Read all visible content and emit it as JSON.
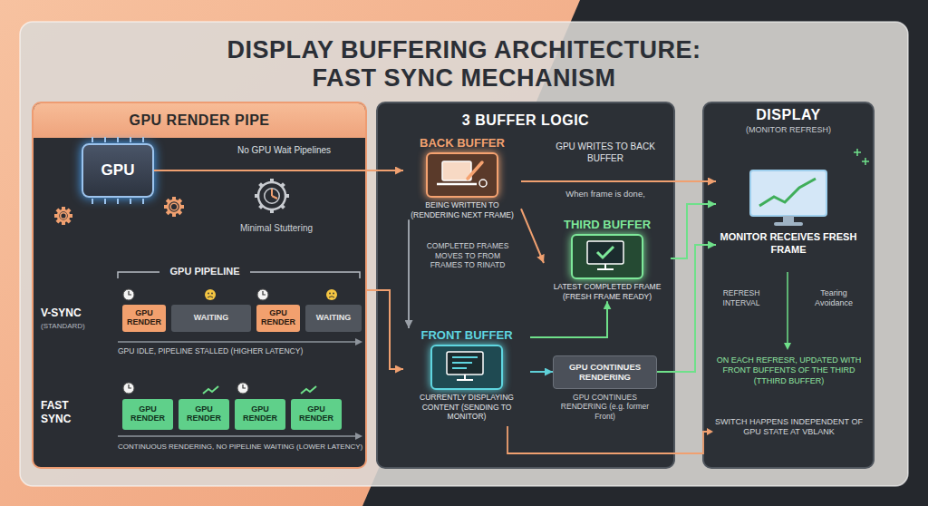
{
  "diagram": {
    "title": "DISPLAY BUFFERING ARCHITECTURE: FAST SYNC MECHANISM",
    "nodes": [
      {
        "text": [
          "GPU RENDER PIPE"
        ]
      },
      {
        "text": [
          "GPU"
        ],
        "in": 0
      },
      {
        "text": [
          "GPU RENDER"
        ],
        "in": 0
      },
      {
        "text": [
          "WAITING"
        ],
        "in": 0
      },
      {
        "text": [
          "GPU RENDER"
        ],
        "in": 0
      },
      {
        "text": [
          "WAITING"
        ],
        "in": 0
      },
      {
        "text": [
          "GPU RENDER"
        ],
        "in": 0
      },
      {
        "text": [
          "GPU RENDER"
        ],
        "in": 0
      },
      {
        "text": [
          "GPU RENDER"
        ],
        "in": 0
      },
      {
        "text": [
          "GPU RENDER"
        ],
        "in": 0
      },
      {
        "text": [
          "3 BUFFER LOGIC"
        ]
      },
      {
        "text": [
          "BACK BUFFER",
          "BEING WRITTEN TO (RENDERING NEXT FRAME)"
        ],
        "in": 10
      },
      {
        "text": [
          "THIRD BUFFER",
          "LATEST COMPLETED FRAME (FRESH FRAME READY)"
        ],
        "in": 10
      },
      {
        "text": [
          "FRONT BUFFER",
          "CURRENTLY DISPLAYING CONTENT (SENDING TO MONITOR)"
        ],
        "in": 10
      },
      {
        "text": [
          "GPU CONTINUES RENDERING",
          "GPU CONTINUES RENDERING (e.g. former Front)"
        ],
        "in": 10
      },
      {
        "text": [
          "DISPLAY",
          "(MONITOR REFRESH)"
        ]
      },
      {
        "text": [
          "MONITOR RECEIVES FRESH FRAME"
        ],
        "in": 15
      }
    ],
    "edges": [
      {
        "from": 1,
        "to": 11,
        "arrow": "to"
      },
      {
        "from": 11,
        "to": 16,
        "arrow": "to"
      },
      {
        "from": 11,
        "to": 12,
        "arrow": "to"
      },
      {
        "from": 11,
        "to": 13,
        "arrow": "to"
      },
      {
        "from": 0,
        "to": 13,
        "arrow": "to"
      },
      {
        "from": 13,
        "to": 12,
        "arrow": "to"
      },
      {
        "from": 13,
        "to": 14,
        "arrow": "to"
      },
      {
        "from": 12,
        "to": 16,
        "arrow": "to"
      },
      {
        "from": 14,
        "to": 16,
        "arrow": "to"
      }
    ],
    "labels": [
      "No GPU Wait Pipelines",
      "Minimal Stuttering",
      "GPU PIPELINE",
      "V-SYNC",
      "(STANDARD)",
      "GPU IDLE, PIPELINE STALLED (HIGHER LATENCY)",
      "FAST SYNC",
      "CONTINUOUS RENDERING, NO PIPELINE WAITING (LOWER LATENCY)",
      "GPU WRITES TO BACK BUFFER",
      "When frame is done,",
      "COMPLETED FRAMES MOVES TO FROM FRAMES TO RINATD",
      "REFRESH INTERVAL",
      "Tearing Avoidance",
      "ON EACH REFRESR, UPDATED WITH FRONT BUFFENTS OF THE THIRD (TTHIRD BUFFER)",
      "SWITCH HAPPENS INDEPENDENT OF GPU STATE AT VBLANK"
    ]
  }
}
